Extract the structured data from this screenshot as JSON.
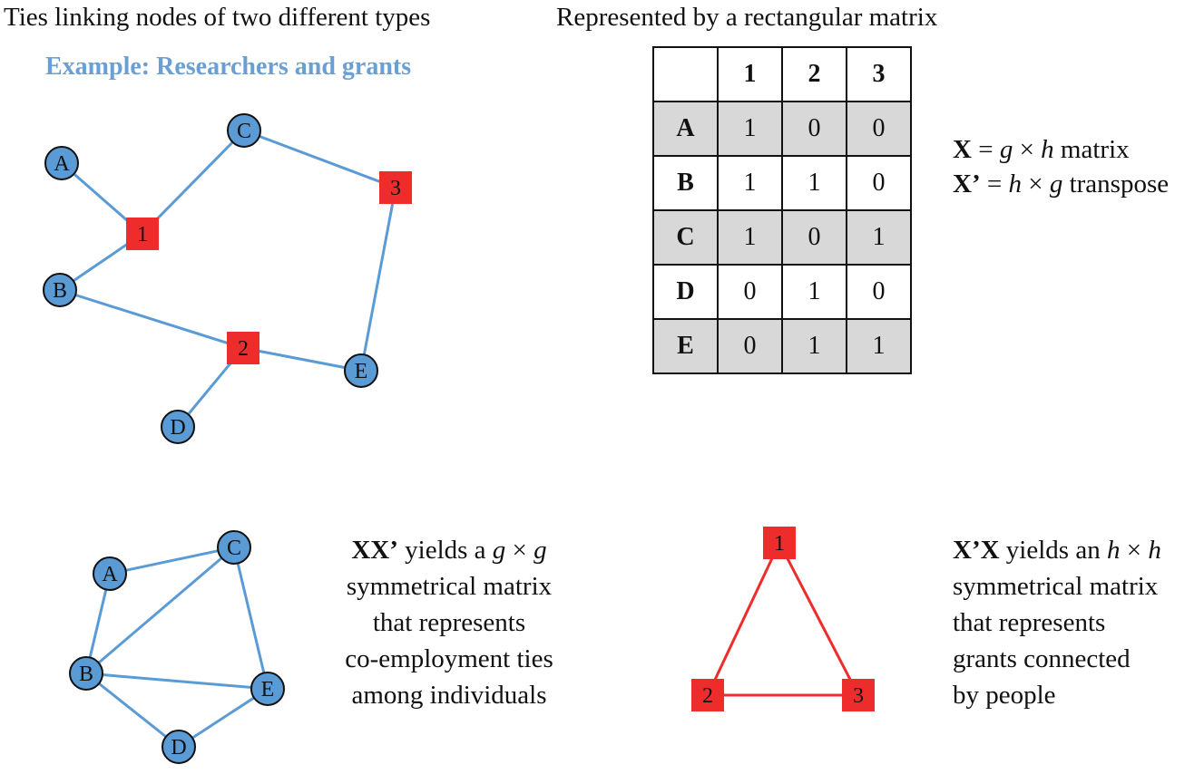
{
  "titles": {
    "left": "Ties linking nodes of two different types",
    "right": "Represented by a rectangular matrix",
    "example": "Example: Researchers and grants"
  },
  "colors": {
    "person_fill": "#5b9bd5",
    "person_edge": "#5b9bd5",
    "grant_fill": "#ee2c2c",
    "grant_edge": "#ee2c2c",
    "header_shade": "#d8d8d8"
  },
  "bipartite": {
    "people": [
      "A",
      "B",
      "C",
      "D",
      "E"
    ],
    "grants": [
      "1",
      "2",
      "3"
    ],
    "edges": [
      [
        "A",
        "1"
      ],
      [
        "B",
        "1"
      ],
      [
        "C",
        "1"
      ],
      [
        "B",
        "2"
      ],
      [
        "D",
        "2"
      ],
      [
        "E",
        "2"
      ],
      [
        "C",
        "3"
      ],
      [
        "E",
        "3"
      ]
    ]
  },
  "matrix": {
    "columns": [
      "1",
      "2",
      "3"
    ],
    "rows": [
      {
        "label": "A",
        "values": [
          "1",
          "0",
          "0"
        ]
      },
      {
        "label": "B",
        "values": [
          "1",
          "1",
          "0"
        ]
      },
      {
        "label": "C",
        "values": [
          "1",
          "0",
          "1"
        ]
      },
      {
        "label": "D",
        "values": [
          "0",
          "1",
          "0"
        ]
      },
      {
        "label": "E",
        "values": [
          "0",
          "1",
          "1"
        ]
      }
    ]
  },
  "formulas": {
    "line1": {
      "var": "X",
      "eq": " = ",
      "a": "g",
      "times": " × ",
      "b": "h",
      "rest": " matrix"
    },
    "line2": {
      "var": "X’",
      "eq": " = ",
      "a": "h",
      "times": " × ",
      "b": "g",
      "rest": " transpose"
    }
  },
  "people_projection": {
    "nodes": [
      "A",
      "B",
      "C",
      "D",
      "E"
    ],
    "edges": [
      [
        "A",
        "C"
      ],
      [
        "A",
        "B"
      ],
      [
        "B",
        "C"
      ],
      [
        "B",
        "E"
      ],
      [
        "B",
        "D"
      ],
      [
        "C",
        "E"
      ],
      [
        "D",
        "E"
      ]
    ],
    "desc": {
      "bold": "XX’",
      "l1_a": " yields a ",
      "l1_g1": "g",
      "l1_x": " × ",
      "l1_g2": "g",
      "l2": "symmetrical matrix",
      "l3": "that represents",
      "l4": "co-employment ties",
      "l5": "among individuals"
    }
  },
  "grant_projection": {
    "nodes": [
      "1",
      "2",
      "3"
    ],
    "edges": [
      [
        "1",
        "2"
      ],
      [
        "1",
        "3"
      ],
      [
        "2",
        "3"
      ]
    ],
    "desc": {
      "bold": "X’X",
      "l1_a": " yields an ",
      "l1_h1": "h",
      "l1_x": " × ",
      "l1_h2": "h",
      "l2": "symmetrical matrix",
      "l3": "that represents",
      "l4": "grants connected",
      "l5": "by people"
    }
  }
}
